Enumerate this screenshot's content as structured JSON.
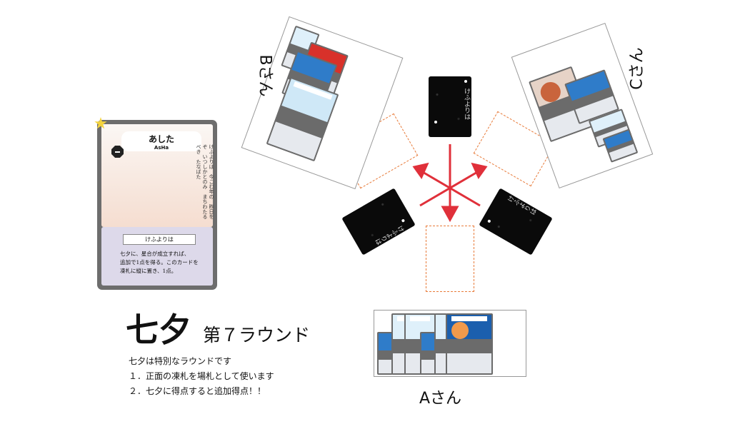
{
  "big_card": {
    "title_jp": "あした",
    "title_en": "AsHa",
    "poem": "けふよりは　今こむ年の　昨日をぞ　いつしかとのみ　まちわたるべき　たなばた",
    "ability_label": "けふよりは",
    "ability_text_1": "七夕に、星合が成立すれば、",
    "ability_text_2": "追加で1点を得る。このカードを",
    "ability_text_3": "凍札に縦に置き、1点。"
  },
  "round": {
    "title": "七夕",
    "subtitle": "第７ラウンド"
  },
  "rules": {
    "line0": "七夕は特別なラウンドです",
    "line1": "１．正面の凍札を場札として使います",
    "line2": "２．七夕に得点すると追加得点！！"
  },
  "players": {
    "a": "Aさん",
    "b": "Bさん",
    "c": "Cさん"
  },
  "center_card_text": "けふよりは",
  "colors": {
    "slot_border": "#e87b3a",
    "arrow": "#e0303a"
  }
}
